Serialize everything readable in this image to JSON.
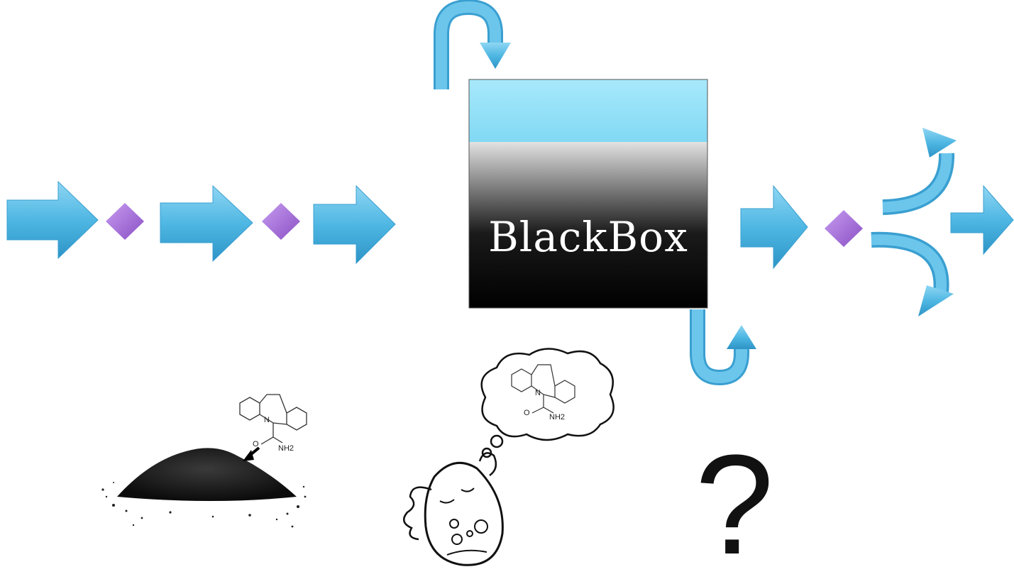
{
  "blackbox": {
    "label": "BlackBox"
  },
  "unknown": {
    "symbol": "?"
  },
  "molecule": {
    "atom_n": "N",
    "atom_o": "O",
    "group_nh2": "NH2"
  },
  "colors": {
    "arrow_fill": "#4fb7e3",
    "arrow_light": "#8fd6f3",
    "diamond": "#a56ad8",
    "box_top": "#8ee0f7",
    "box_body_top": "#d4d4d4",
    "box_body_bottom": "#000000"
  },
  "icons": [
    "arrow-right-icon",
    "diamond-icon",
    "curved-arrow-icon",
    "charcoal-pile-icon",
    "microbe-icon",
    "thought-cloud-icon",
    "molecule-icon"
  ]
}
